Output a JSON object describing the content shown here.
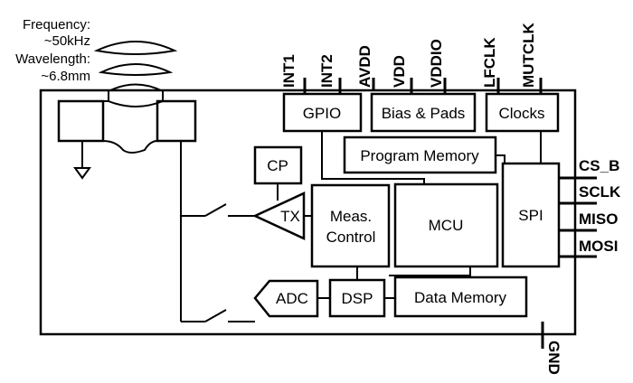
{
  "annotation": {
    "frequency_label": "Frequency:",
    "frequency_value": "~50kHz",
    "wavelength_label": "Wavelength:",
    "wavelength_value": "~6.8mm"
  },
  "blocks": {
    "gpio": "GPIO",
    "bias_pads": "Bias & Pads",
    "clocks": "Clocks",
    "program_memory": "Program Memory",
    "cp": "CP",
    "tx": "TX",
    "meas_control_line1": "Meas.",
    "meas_control_line2": "Control",
    "mcu": "MCU",
    "spi": "SPI",
    "adc": "ADC",
    "dsp": "DSP",
    "data_memory": "Data Memory"
  },
  "pins": {
    "top": [
      "INT1",
      "INT2",
      "AVDD",
      "VDD",
      "VDDIO",
      "LFCLK",
      "MUTCLK"
    ],
    "right": [
      "CS_B",
      "SCLK",
      "MISO",
      "MOSI"
    ],
    "bottom": "GND"
  }
}
